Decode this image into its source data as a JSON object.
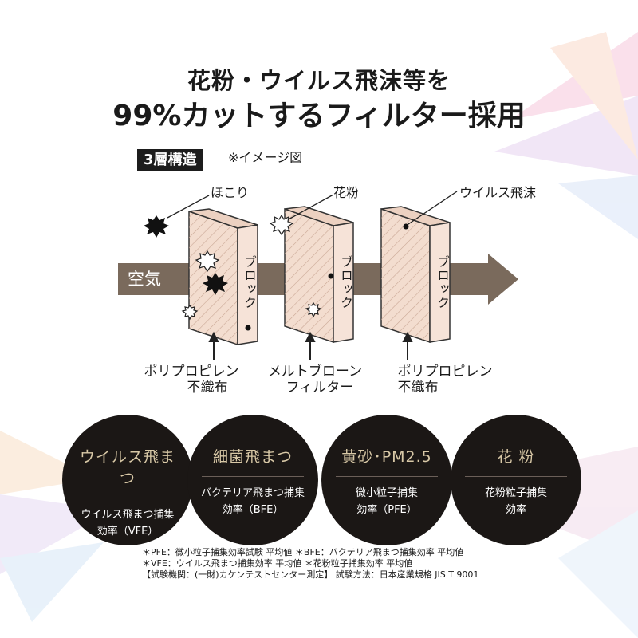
{
  "headline": {
    "line1": "花粉・ウイルス飛沫等を",
    "line2": "99%カットするフィルター採用"
  },
  "diagram": {
    "badge": "3層構造",
    "note": "※イメージ図",
    "particle_labels": [
      "ほこり",
      "花粉",
      "ウイルス飛沫"
    ],
    "air_label": "空気",
    "block_label": "ブロック",
    "layers": [
      {
        "line1": "ポリプロピレン",
        "line2": "不織布"
      },
      {
        "line1": "メルトブローン",
        "line2": "フィルター"
      },
      {
        "line1": "ポリプロピレン",
        "line2": "不織布"
      }
    ],
    "colors": {
      "arrow": "#7a6a5c",
      "layer_front": "#f3ddcf",
      "layer_side": "#e8c9b7"
    }
  },
  "circles": [
    {
      "title": "ウイルス飛まつ",
      "desc": "ウイルス飛まつ捕集\n効率（VFE）"
    },
    {
      "title": "細菌飛まつ",
      "desc": "バクテリア飛まつ捕集\n効率（BFE）"
    },
    {
      "title": "黄砂･PM2.5",
      "desc": "微小粒子捕集\n効率（PFE）"
    },
    {
      "title": "花 粉",
      "desc": "花粉粒子捕集\n効率"
    }
  ],
  "footnotes": [
    "＊PFE：微小粒子捕集効率試験 平均値 ＊BFE：バクテリア飛まつ捕集効率 平均値",
    "＊VFE：ウイルス飛まつ捕集効率 平均値 ＊花粉粒子捕集効率 平均値",
    "【試験機関：(一財)カケンテストセンター測定】 試験方法：日本産業規格 JIS T 9001"
  ]
}
